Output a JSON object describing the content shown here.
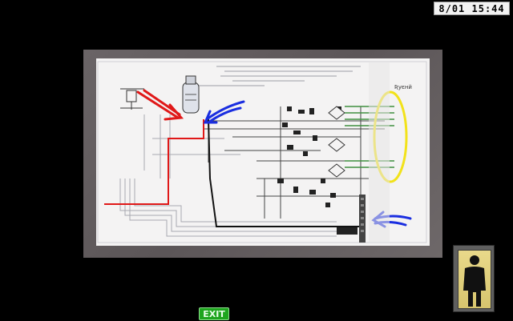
{
  "hud": {
    "clock": "8/01 15:44"
  },
  "document": {
    "label_top_right": "Ʀуєнй"
  },
  "controls": {
    "exit_label": "EXIT"
  },
  "colors": {
    "annotation_red": "#e01818",
    "annotation_blue": "#1a2ee0",
    "annotation_yellow": "#f2e21a",
    "exit_green": "#1ea51e",
    "portrait_bg": "#e3d27c"
  },
  "icons": {
    "portrait": "silhouette-person-icon"
  }
}
